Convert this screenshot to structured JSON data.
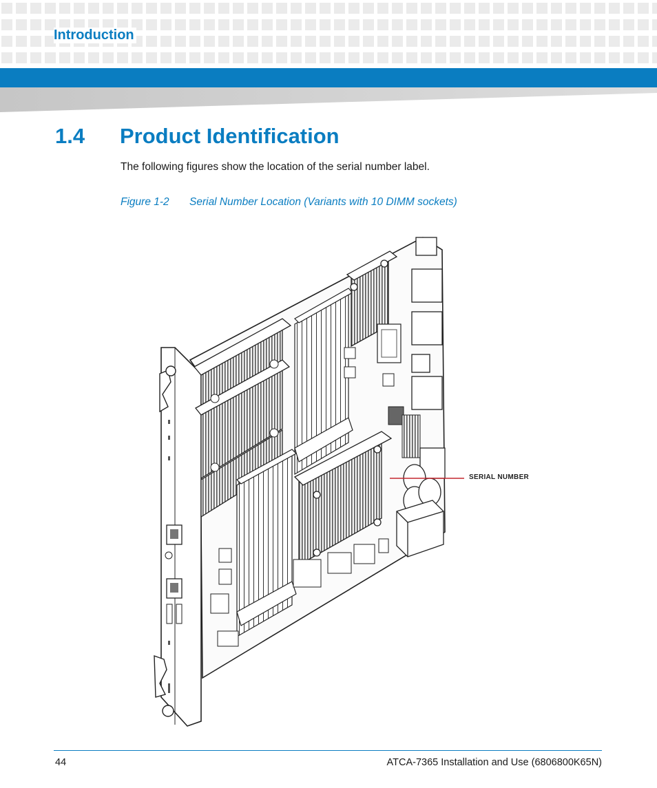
{
  "header": {
    "section": "Introduction"
  },
  "heading": {
    "number": "1.4",
    "title": "Product Identification"
  },
  "body": {
    "intro": "The following figures show the location of the serial number label."
  },
  "figure": {
    "label": "Figure 1-2",
    "caption": "Serial Number Location (Variants with 10 DIMM sockets)",
    "callout": "SERIAL NUMBER"
  },
  "footer": {
    "page_number": "44",
    "document_title": "ATCA-7365 Installation and Use (6806800K65N)"
  },
  "colors": {
    "accent": "#0a7dc1",
    "band_grey": "#ebebeb",
    "wedge_grey": "#cfcfcf"
  }
}
